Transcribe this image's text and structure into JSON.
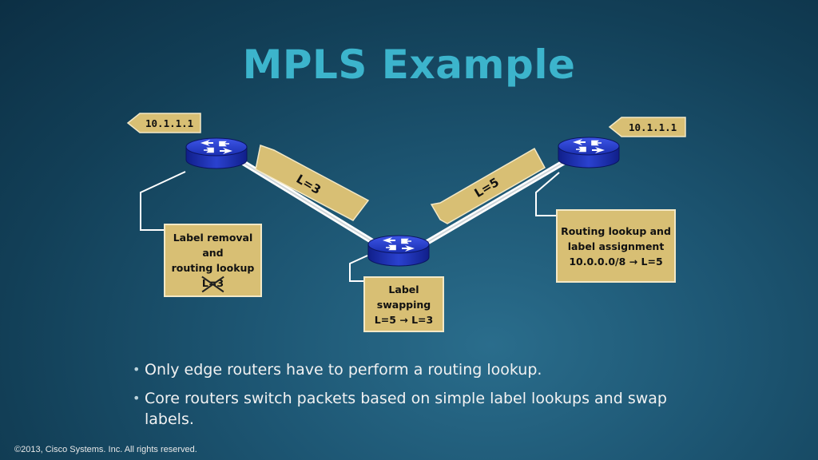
{
  "slide": {
    "title": "MPLS Example",
    "footer": "©2013, Cisco Systems. Inc. All rights reserved."
  },
  "diagram": {
    "address_left": "10.1.1.1",
    "address_right": "10.1.1.1",
    "label_left_link": "L=3",
    "label_right_link": "L=5",
    "box_left": {
      "text": "Label removal\nand\nrouting lookup",
      "struck_text": "L=3"
    },
    "box_middle": {
      "text": "Label\nswapping\nL=5 → L=3"
    },
    "box_right": {
      "text": "Routing lookup and\nlabel assignment\n10.0.0.0/8 → L=5"
    },
    "colors": {
      "router": "#1f37c8",
      "box": "#d8bf74",
      "title": "#3cb4cc"
    }
  },
  "bullets": [
    "Only edge routers have to perform a routing lookup.",
    "Core routers switch packets based on simple label lookups and swap labels."
  ]
}
